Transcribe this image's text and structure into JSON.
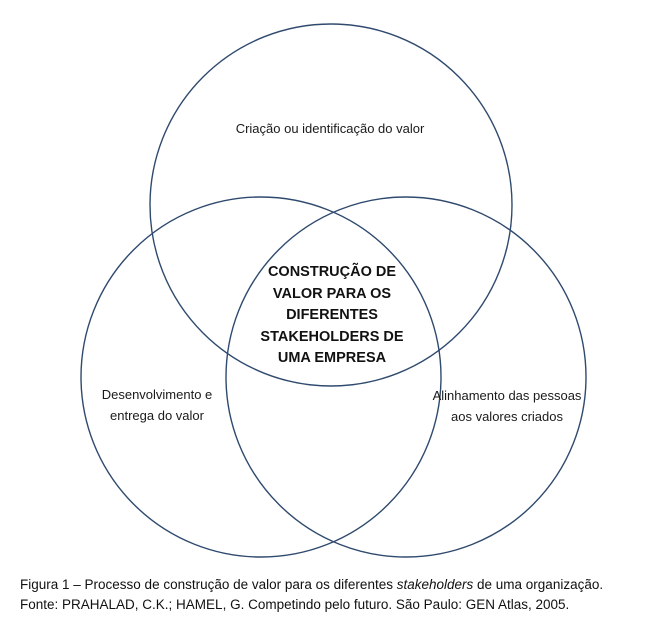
{
  "diagram": {
    "top_circle_label": "Criação ou identificação do valor",
    "left_circle_label": "Desenvolvimento e entrega do valor",
    "right_circle_label": "Alinhamento das pessoas aos valores criados",
    "center_label": "CONSTRUÇÃO DE VALOR PARA OS DIFERENTES STAKEHOLDERS DE UMA EMPRESA",
    "circle_color": "#2f4a6e"
  },
  "caption": {
    "line1_prefix": "Figura 1 – Processo de construção de valor para os diferentes ",
    "line1_italic": "stakeholders",
    "line1_suffix": " de uma organização.",
    "line2": "Fonte: PRAHALAD, C.K.; HAMEL, G. Competindo pelo futuro. São Paulo: GEN Atlas, 2005."
  }
}
